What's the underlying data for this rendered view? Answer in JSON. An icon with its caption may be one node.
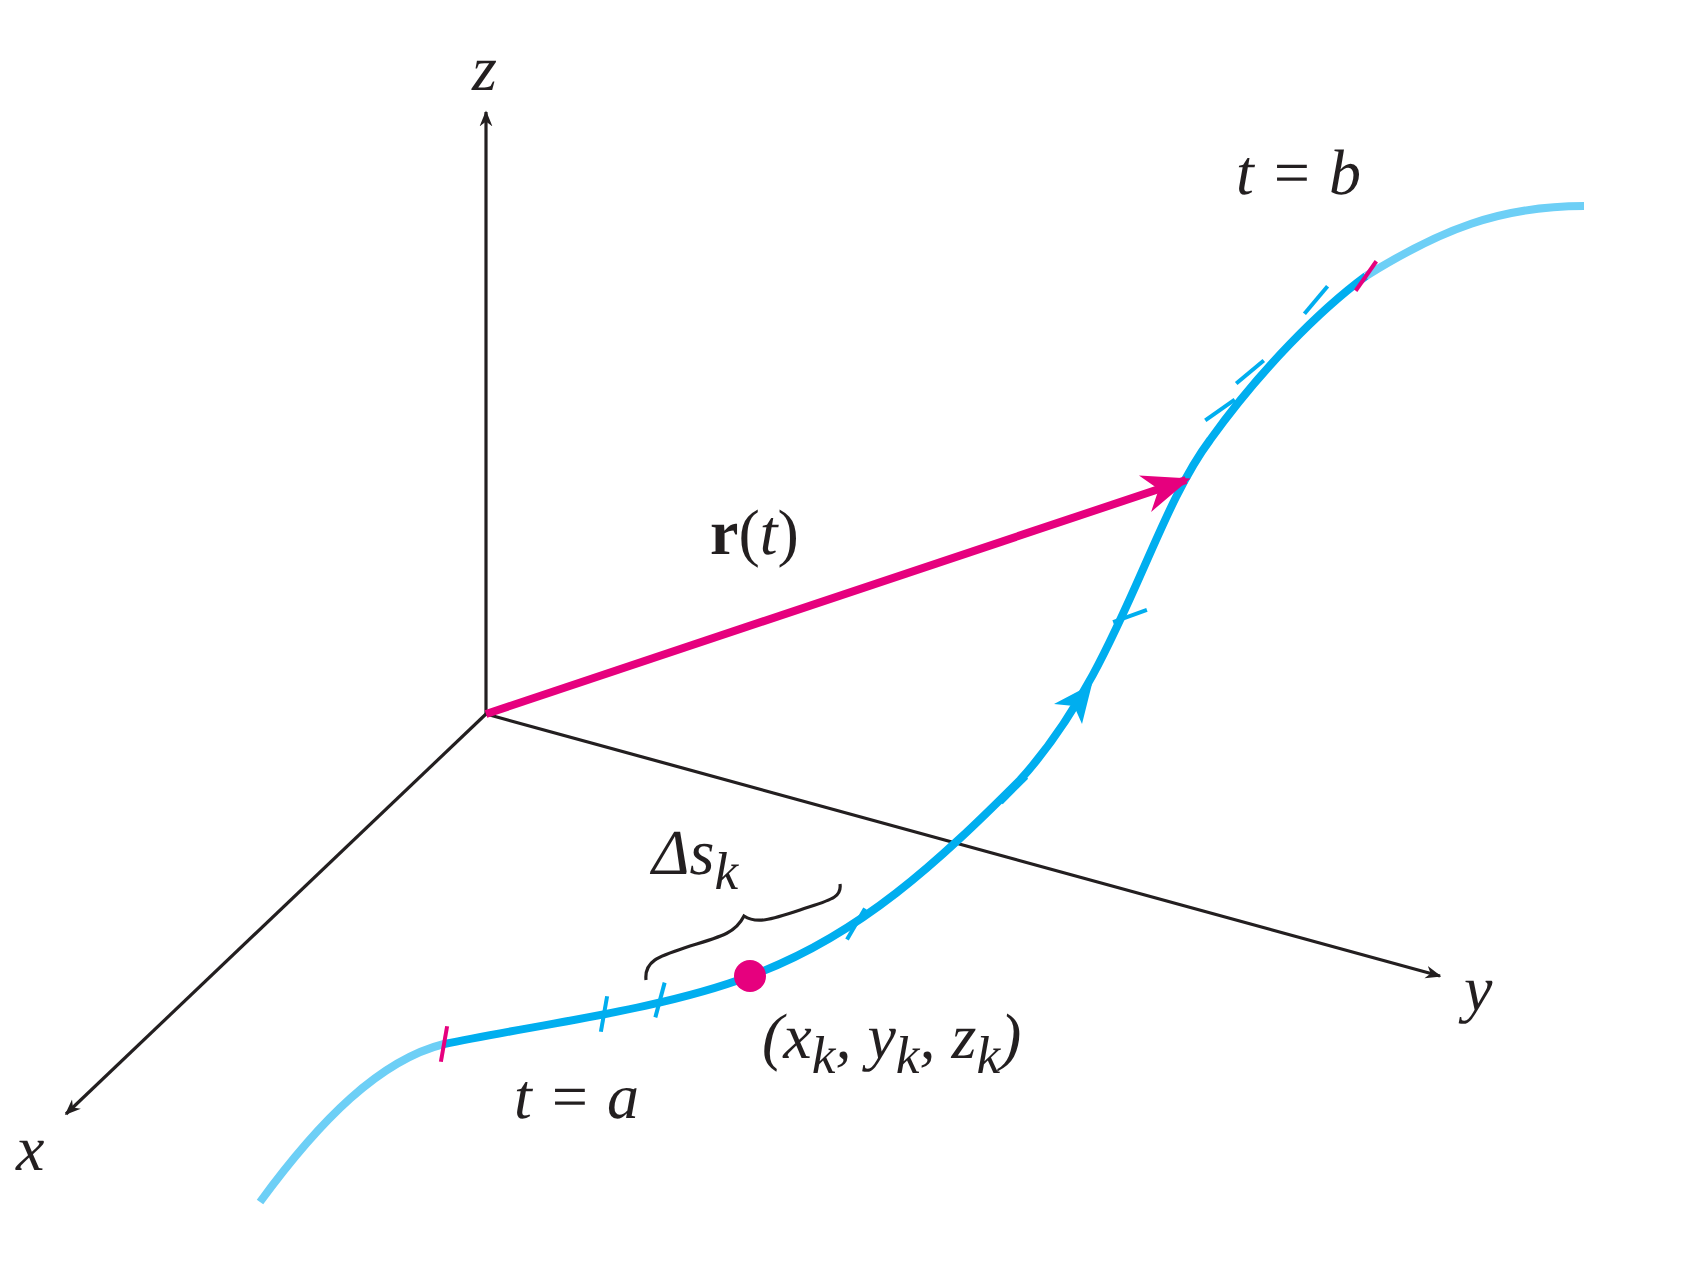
{
  "diagram": {
    "labels": [
      "z",
      "t = b",
      "**r**(*t*)",
      "Δs$_{k}$",
      "y",
      "(x$_{k}$, y$_{k}$, z$_{k}$)",
      "t = a",
      "x"
    ]
  }
}
